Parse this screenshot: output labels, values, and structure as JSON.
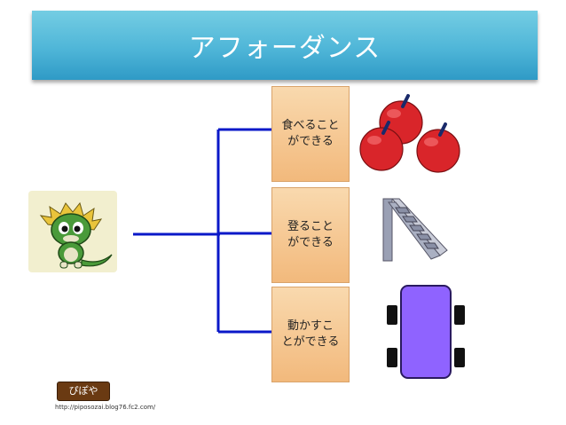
{
  "title": "アフォーダンス",
  "affordances": [
    {
      "label": "食べること\nができる",
      "icon": "apples-icon"
    },
    {
      "label": "登ること\nができる",
      "icon": "ladder-icon"
    },
    {
      "label": "動かすこ\nとができる",
      "icon": "cart-icon"
    }
  ],
  "mascot": {
    "icon": "green-dragon-mascot-icon"
  },
  "footer": {
    "logo_text": "ぴぽや",
    "url": "http://piposozai.blog76.fc2.com/"
  },
  "colors": {
    "title_bar": "#4fb6d8",
    "connector": "#0a18c8",
    "box_fill": "#f5c58f",
    "apple": "#d9252a",
    "cart_body": "#8f63ff"
  }
}
